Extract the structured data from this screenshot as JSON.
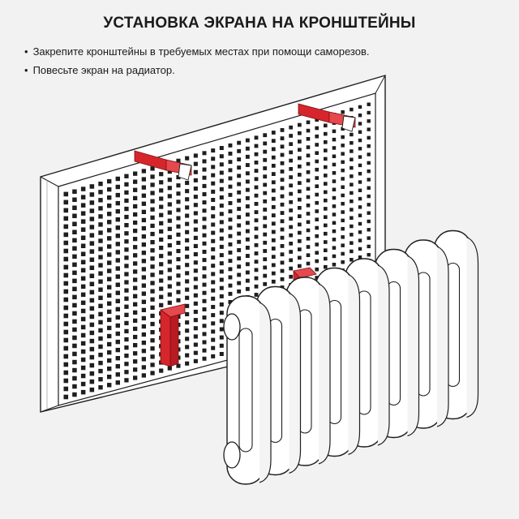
{
  "header": {
    "title": "УСТАНОВКА ЭКРАНА НА КРОНШТЕЙНЫ"
  },
  "instructions": [
    "Закрепите кронштейны в требуемых местах при помощи саморезов.",
    "Повесьте экран на радиатор."
  ],
  "colors": {
    "background": "#f2f2f2",
    "bracket": "#d6262c",
    "outline": "#1e1e1e",
    "panel": "#ffffff"
  },
  "illustration": {
    "panel_icon": "perforated-screen",
    "bracket_icon": "mounting-bracket",
    "radiator_icon": "cast-iron-radiator",
    "radiator_sections": 8,
    "bracket_count": 4
  }
}
